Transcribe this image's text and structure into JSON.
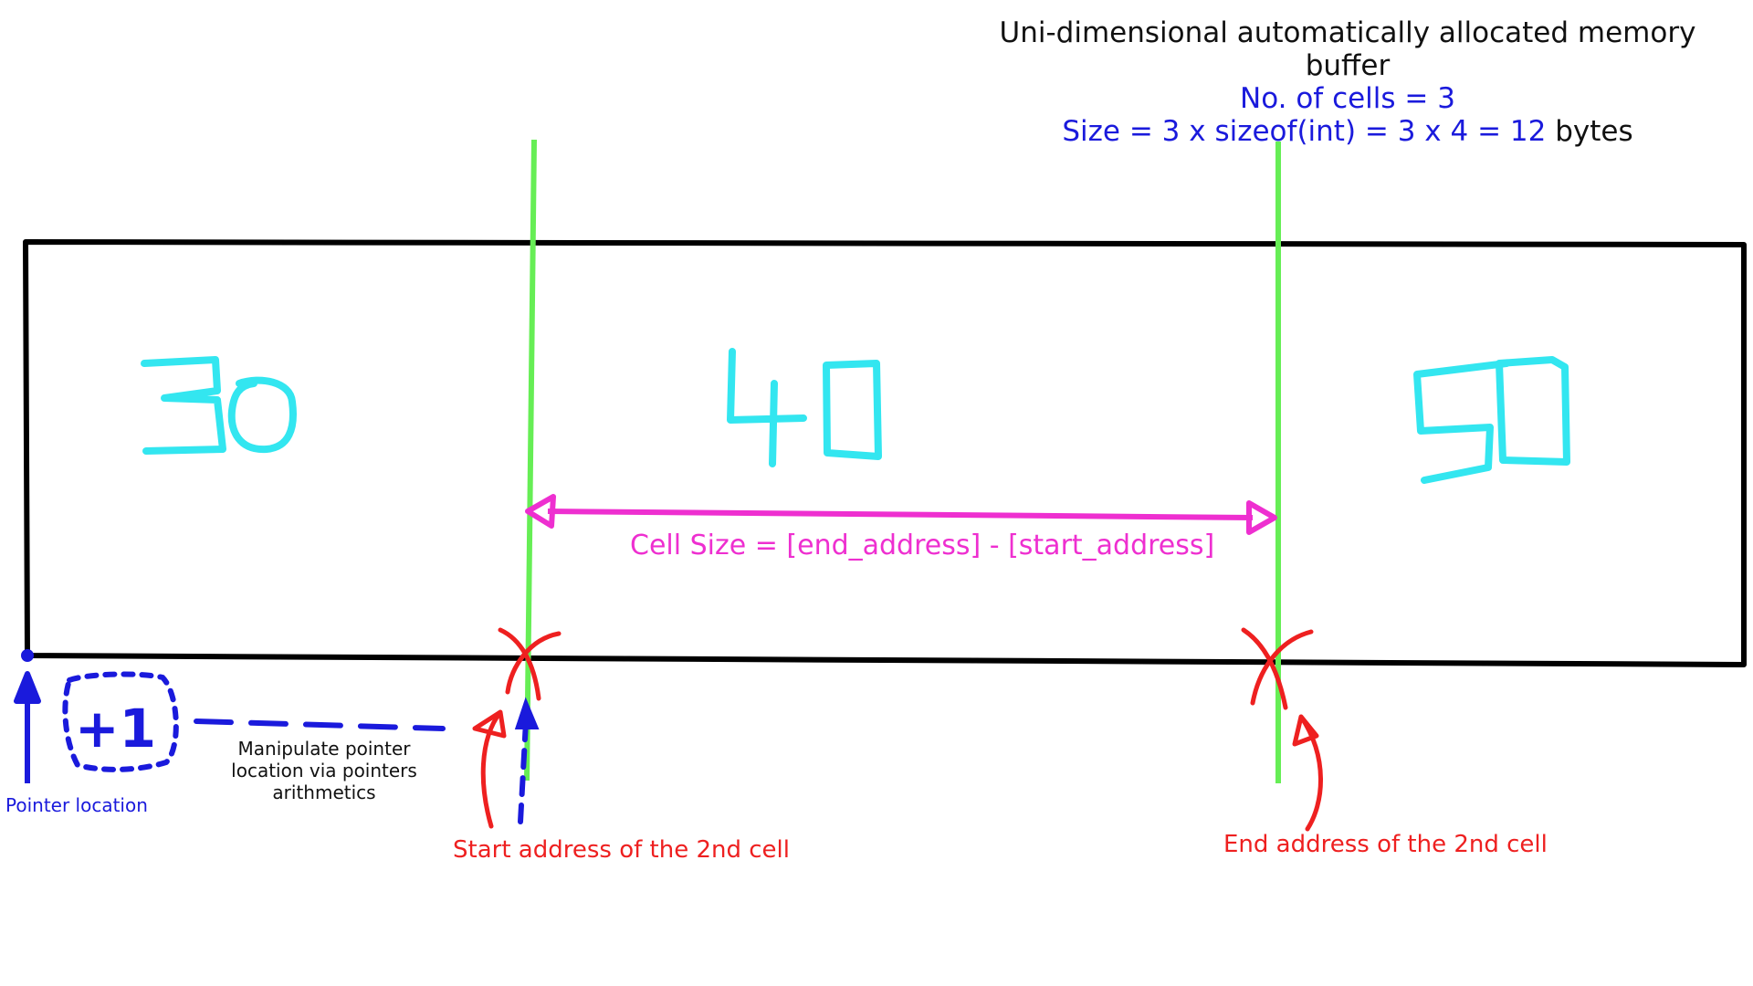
{
  "header": {
    "title": "Uni-dimensional automatically allocated memory buffer",
    "cells_line": "No. of cells = 3",
    "size_line_prefix": "Size = 3 x sizeof(int) = 3 x 4 = 12",
    "size_line_suffix": " bytes"
  },
  "buffer": {
    "cells": [
      {
        "value": "30"
      },
      {
        "value": "40"
      },
      {
        "value": "50"
      }
    ]
  },
  "labels": {
    "cell_size": "Cell Size = [end_address] - [start_address]",
    "plus_one": "+1",
    "pointer_location": "Pointer location",
    "manipulate": "Manipulate pointer location via pointers arithmetics",
    "start_address": "Start address of the 2nd cell",
    "end_address": "End address of the 2nd cell"
  },
  "colors": {
    "outline": "#000000",
    "divider": "#66ee55",
    "values": "#33e6f0",
    "arrow_magenta": "#ee2fd0",
    "marker_red": "#ee2020",
    "pointer_blue": "#1a1adc"
  }
}
